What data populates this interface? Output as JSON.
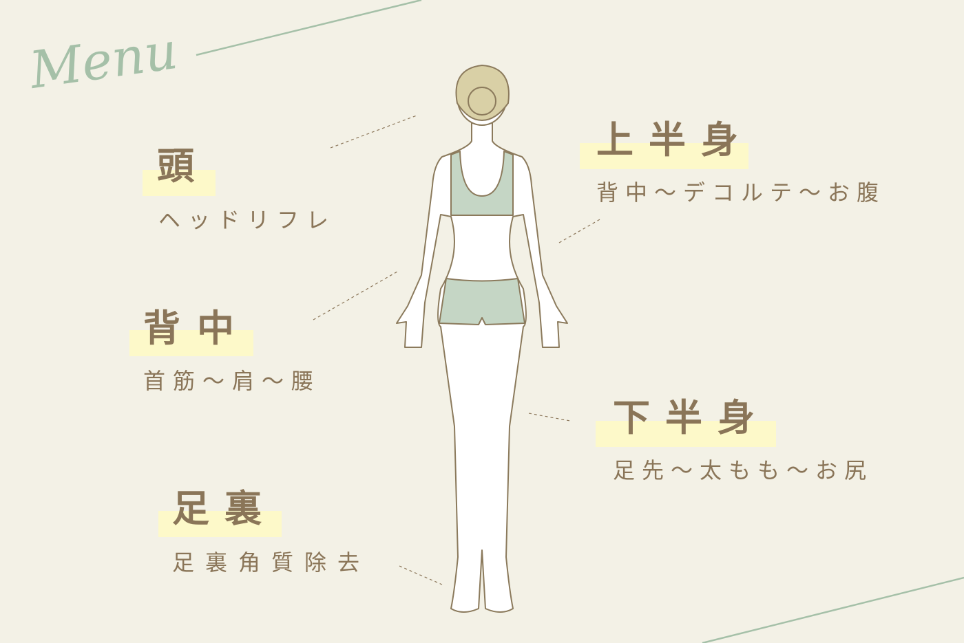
{
  "heading": "Menu",
  "colors": {
    "background": "#f3f1e6",
    "text": "#8a7558",
    "highlight": "#fdf9c9",
    "accent": "#a5c0a8",
    "clothes": "#c5d6c5",
    "hair": "#d9d0a6"
  },
  "areas": [
    {
      "title": "頭",
      "desc": "ヘッドリフレ"
    },
    {
      "title": "背中",
      "desc": "首筋〜肩〜腰"
    },
    {
      "title": "足裏",
      "desc": "足裏角質除去"
    },
    {
      "title": "上半身",
      "desc": "背中〜デコルテ〜お腹"
    },
    {
      "title": "下半身",
      "desc": "足先〜太もも〜お尻"
    }
  ]
}
